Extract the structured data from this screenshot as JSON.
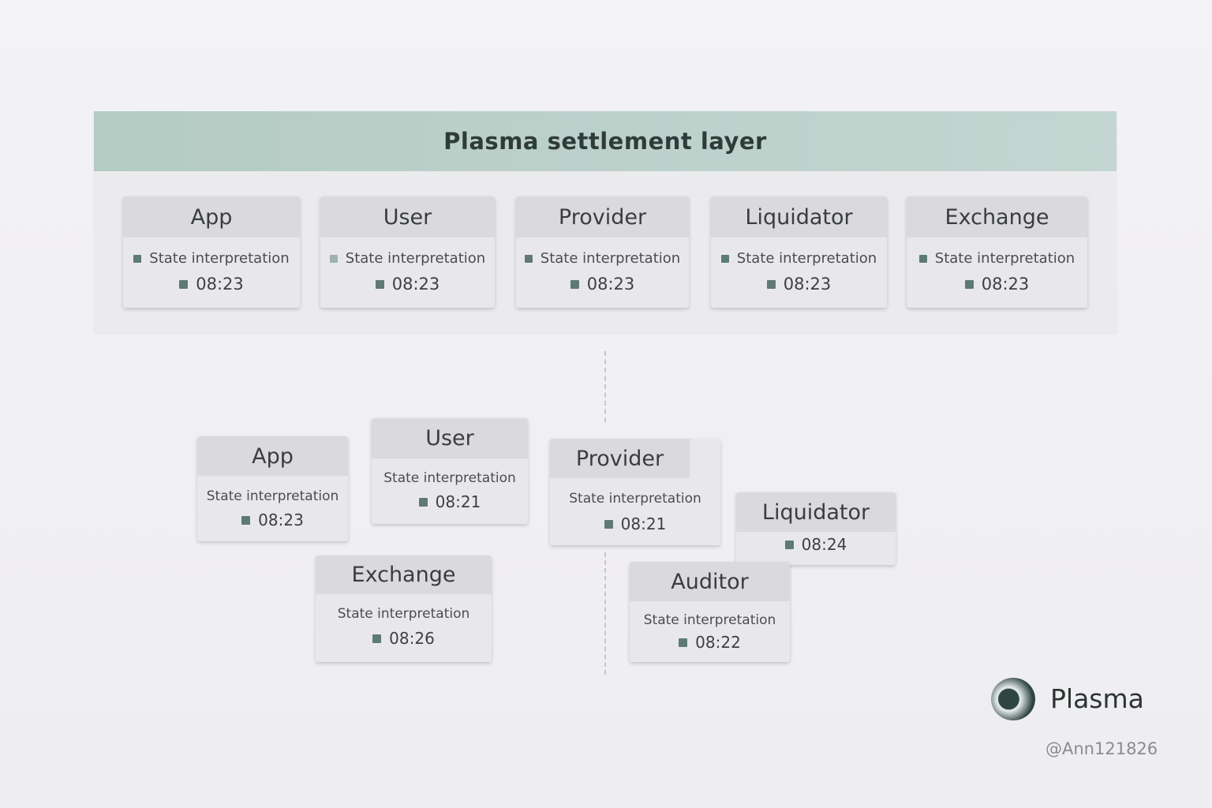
{
  "settlement": {
    "title": "Plasma settlement layer",
    "cards": [
      {
        "name": "App",
        "state": "State interpretation",
        "time": "08:23"
      },
      {
        "name": "User",
        "state": "State interpretation",
        "time": "08:23"
      },
      {
        "name": "Provider",
        "state": "State interpretation",
        "time": "08:23"
      },
      {
        "name": "Liquidator",
        "state": "State interpretation",
        "time": "08:23"
      },
      {
        "name": "Exchange",
        "state": "State interpretation",
        "time": "08:23"
      }
    ]
  },
  "scattered": {
    "app": {
      "name": "App",
      "state": "State interpretation",
      "time": "08:23"
    },
    "user": {
      "name": "User",
      "state": "State interpretation",
      "time": "08:21"
    },
    "provider": {
      "name": "Provider",
      "state": "State interpretation",
      "time": "08:21"
    },
    "liquidator": {
      "name": "Liquidator",
      "time": "08:24"
    },
    "exchange": {
      "name": "Exchange",
      "state": "State interpretation",
      "time": "08:26"
    },
    "auditor": {
      "name": "Auditor",
      "state": "State interpretation",
      "time": "08:22"
    }
  },
  "brand": {
    "name": "Plasma",
    "handle": "@Ann121826",
    "logo_icon": "plasma-logo-icon"
  },
  "colors": {
    "header": "#b4cbc3",
    "marker": "#5e7a73"
  }
}
